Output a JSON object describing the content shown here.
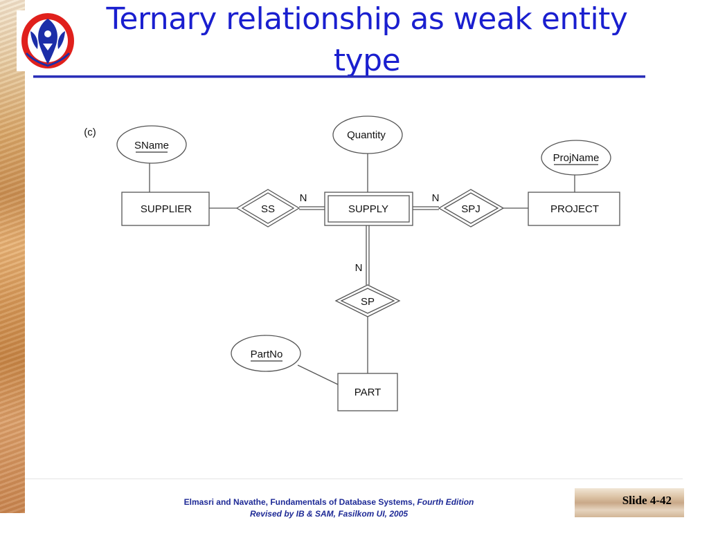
{
  "title": "Ternary relationship as weak entity type",
  "diagram": {
    "label": "(c)",
    "entities": {
      "supplier": "SUPPLIER",
      "supply": "SUPPLY",
      "project": "PROJECT",
      "part": "PART"
    },
    "relationships": {
      "ss": "SS",
      "spj": "SPJ",
      "sp": "SP"
    },
    "attributes": {
      "sname": "SName",
      "quantity": "Quantity",
      "projname": "ProjName",
      "partno": "PartNo"
    },
    "cardinalities": {
      "ss_supply": "N",
      "spj_supply": "N",
      "sp_supply": "N"
    }
  },
  "footer": {
    "line1_main": "Elmasri and Navathe, Fundamentals of Database Systems, ",
    "line1_edition": "Fourth Edition",
    "line2": "Revised by IB & SAM, Fasilkom UI, 2005"
  },
  "slide_number": "Slide 4-42",
  "colors": {
    "title": "#1a1fcf",
    "footer": "#1e2a96",
    "logo_red": "#e0201c",
    "logo_blue": "#1c2ea8"
  },
  "icons": {
    "logo": "university-seal-logo"
  }
}
